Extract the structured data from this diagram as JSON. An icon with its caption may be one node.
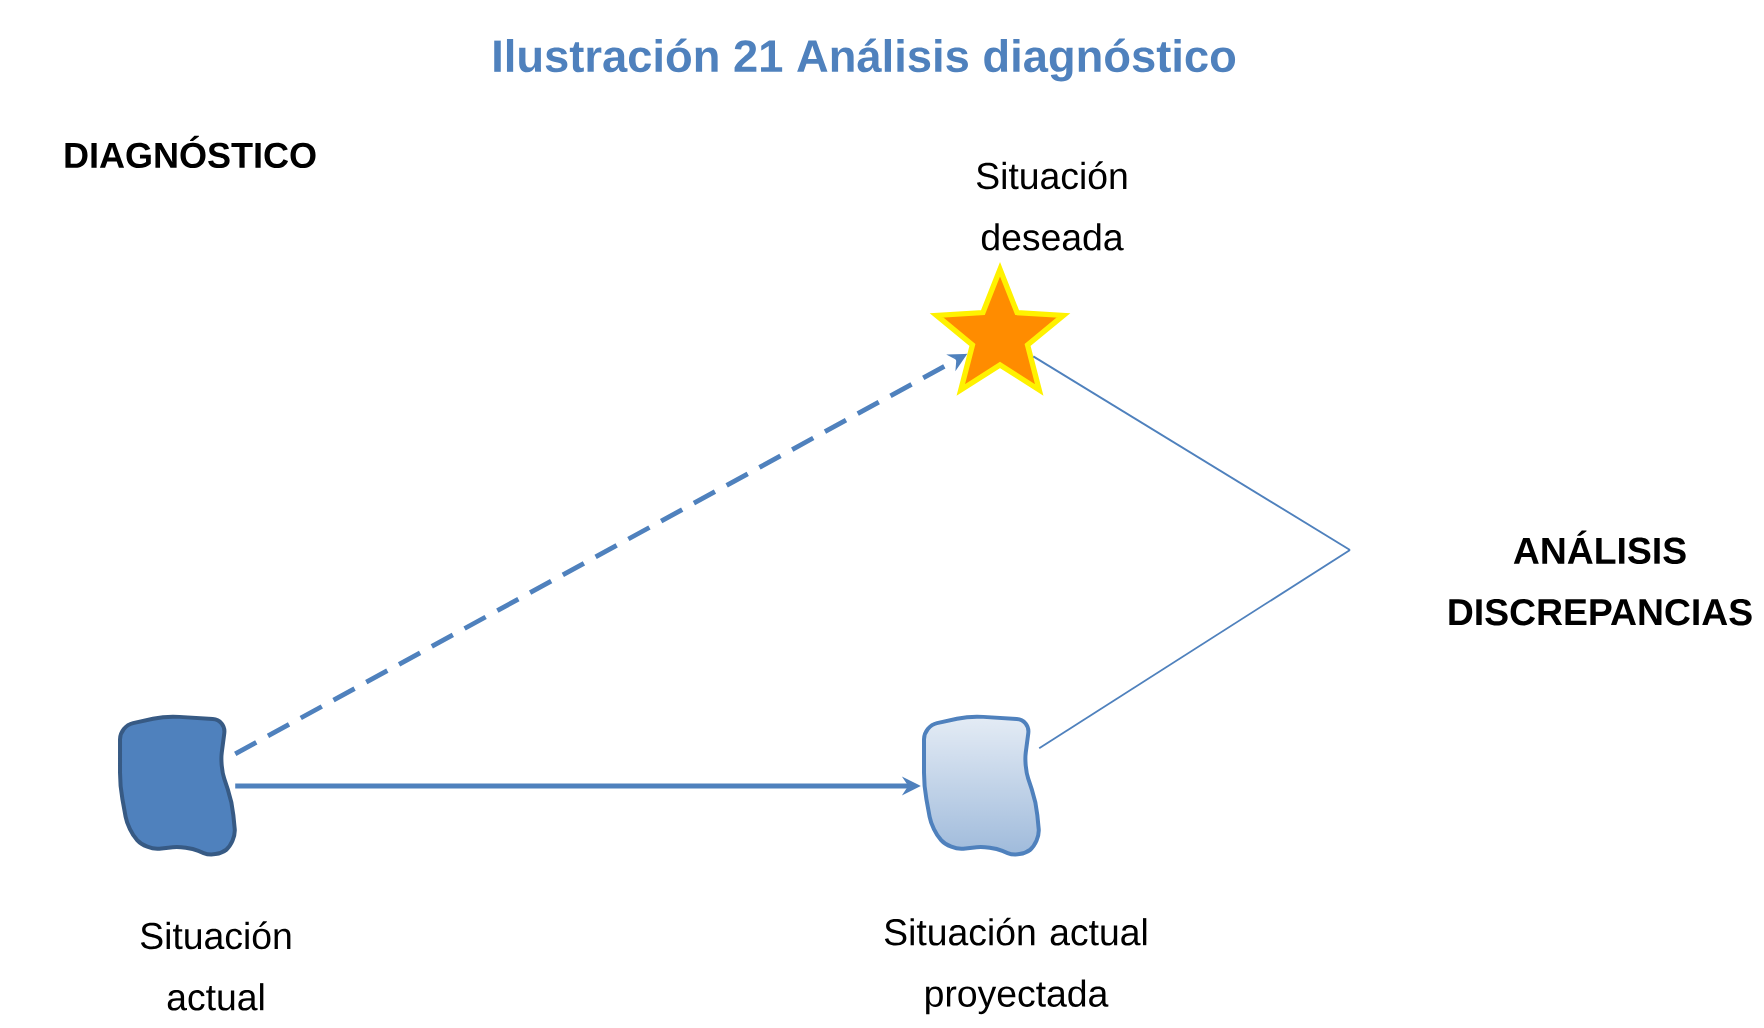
{
  "diagram": {
    "title": "Ilustración 21 Análisis diagnóstico",
    "nodes": [
      {
        "text": [
          "Situación actual"
        ]
      },
      {
        "text": [
          "Situación deseada"
        ]
      },
      {
        "text": [
          "Situación actual proyectada"
        ]
      },
      {
        "text": [
          "ANÁLISIS DISCREPANCIAS"
        ]
      }
    ],
    "edges": [
      {
        "from": 0,
        "to": 1,
        "arrow": "to",
        "style": "dashed"
      },
      {
        "from": 0,
        "to": 2,
        "arrow": "to"
      },
      {
        "from": 1,
        "to": 3,
        "arrow": "none"
      },
      {
        "from": 2,
        "to": 3,
        "arrow": "none"
      }
    ],
    "labels": [
      "DIAGNÓSTICO"
    ]
  }
}
